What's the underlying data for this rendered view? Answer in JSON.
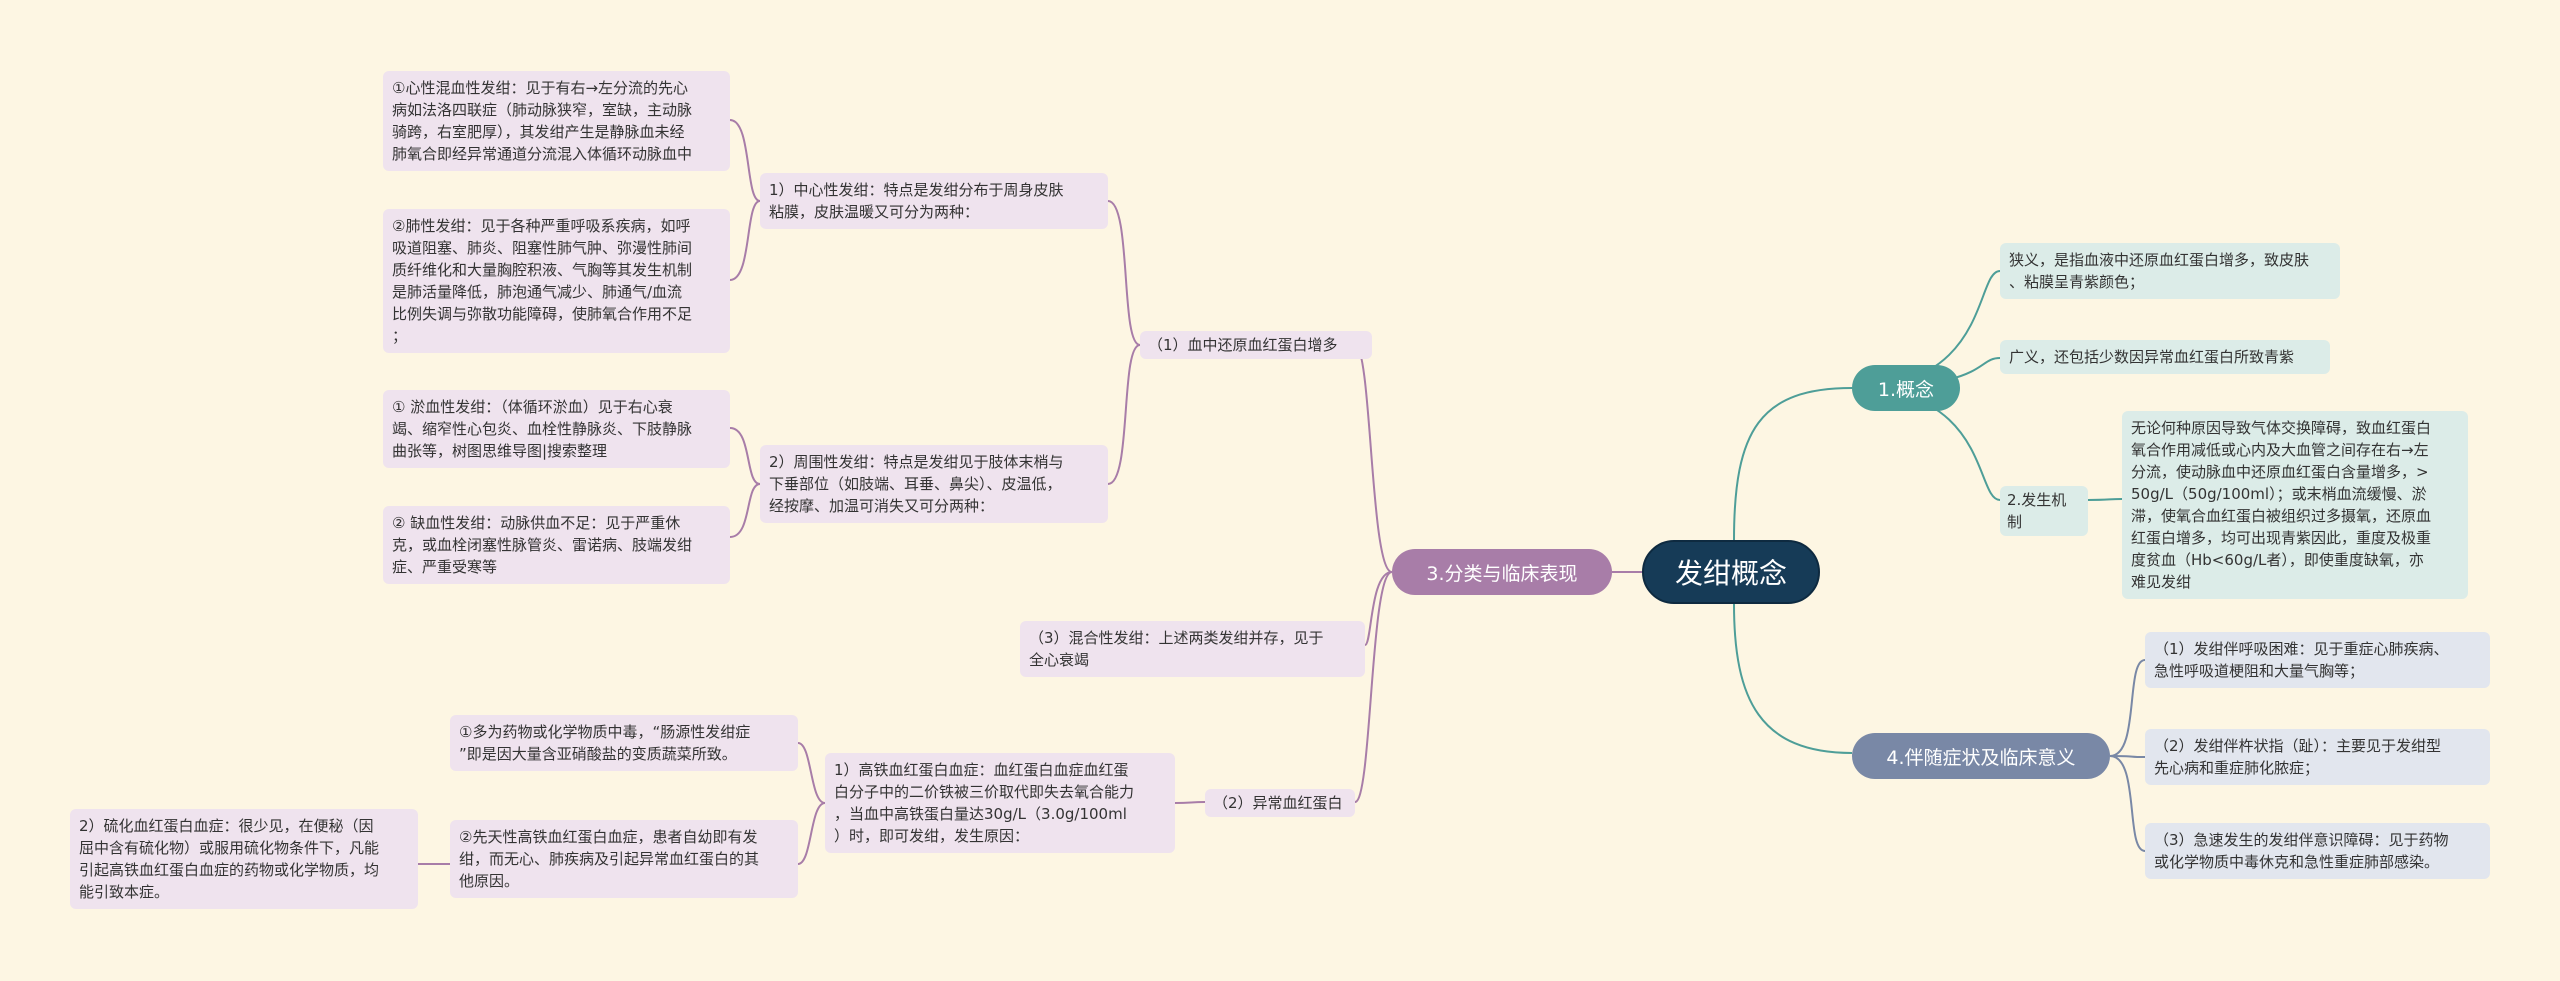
{
  "root": "发绀概念",
  "left": {
    "category": "3.分类与临床表现",
    "group1": {
      "label": "（1）血中还原血红蛋白增多",
      "central": {
        "label": "1）中心性发绀：特点是发绀分布于周身皮肤\n粘膜，皮肤温暖又可分为两种：",
        "items": [
          "①心性混血性发绀：见于有右→左分流的先心\n病如法洛四联症（肺动脉狭窄，室缺，主动脉\n骑跨，右室肥厚），其发绀产生是静脉血未经\n肺氧合即经异常通道分流混入体循环动脉血中",
          "②肺性发绀：见于各种严重呼吸系疾病，如呼\n吸道阻塞、肺炎、阻塞性肺气肿、弥漫性肺间\n质纤维化和大量胸腔积液、气胸等其发生机制\n是肺活量降低，肺泡通气减少、肺通气/血流\n比例失调与弥散功能障碍，使肺氧合作用不足\n；"
        ]
      },
      "peripheral": {
        "label": "2）周围性发绀：特点是发绀见于肢体末梢与\n下垂部位（如肢端、耳垂、鼻尖）、皮温低，\n经按摩、加温可消失又可分两种：",
        "items": [
          "① 淤血性发绀：（体循环淤血）见于右心衰\n竭、缩窄性心包炎、血栓性静脉炎、下肢静脉\n曲张等，树图思维导图|搜索整理",
          "② 缺血性发绀：动脉供血不足：见于严重休\n克，或血栓闭塞性脉管炎、雷诺病、肢端发绀\n症、严重受寒等"
        ]
      }
    },
    "group3": {
      "label": "（3）混合性发绀：上述两类发绀并存，见于\n全心衰竭"
    },
    "group2": {
      "label": "（2）异常血红蛋白",
      "high_iron": {
        "label": "1）高铁血红蛋白血症：血红蛋白血症血红蛋\n白分子中的二价铁被三价取代即失去氧合能力\n，当血中高铁蛋白量达30g/L（3.0g/100ml\n）时，即可发绀，发生原因：",
        "items": [
          "①多为药物或化学物质中毒，“肠源性发绀症\n”即是因大量含亚硝酸盐的变质蔬菜所致。",
          "②先天性高铁血红蛋白血症，患者自幼即有发\n绀，而无心、肺疾病及引起异常血红蛋白的其\n他原因。"
        ]
      },
      "sulf": "2）硫化血红蛋白血症：很少见，在便秘（因\n屈中含有硫化物）或服用硫化物条件下，凡能\n引起高铁血红蛋白血症的药物或化学物质，均\n能引致本症。"
    }
  },
  "right": {
    "concept": {
      "label": "1.概念",
      "narrow": "狭义，是指血液中还原血红蛋白增多，致皮肤\n、粘膜呈青紫颜色；",
      "broad": "广义，还包括少数因异常血红蛋白所致青紫",
      "mechanism": {
        "label": "2.发生机制",
        "text": "无论何种原因导致气体交换障碍，致血红蛋白\n氧合作用减低或心内及大血管之间存在右→左\n分流，使动脉血中还原血红蛋白含量增多，>\n50g/L（50g/100ml）；或末梢血流缓慢、淤\n滞，使氧合血红蛋白被组织过多摄氧，还原血\n红蛋白增多，均可出现青紫因此，重度及极重\n度贫血（Hb<60g/L者），即使重度缺氧，亦\n难见发绀"
      }
    },
    "symptoms": {
      "label": "4.伴随症状及临床意义",
      "items": [
        "（1）发绀伴呼吸困难：见于重症心肺疾病、\n急性呼吸道梗阻和大量气胸等；",
        "（2）发绀伴杵状指（趾）：主要见于发绀型\n先心病和重症肺化脓症；",
        "（3）急速发生的发绀伴意识障碍：见于药物\n或化学物质中毒休克和急性重症肺部感染。"
      ]
    }
  },
  "colors": {
    "background": "#fdf6e3",
    "root": "#163b57",
    "teal": "#4e9e98",
    "purple": "#a87da8",
    "slate": "#7988a6",
    "box_purple": "#efe3ee",
    "box_teal": "#dcece8",
    "box_slate": "#e2e6ee"
  }
}
